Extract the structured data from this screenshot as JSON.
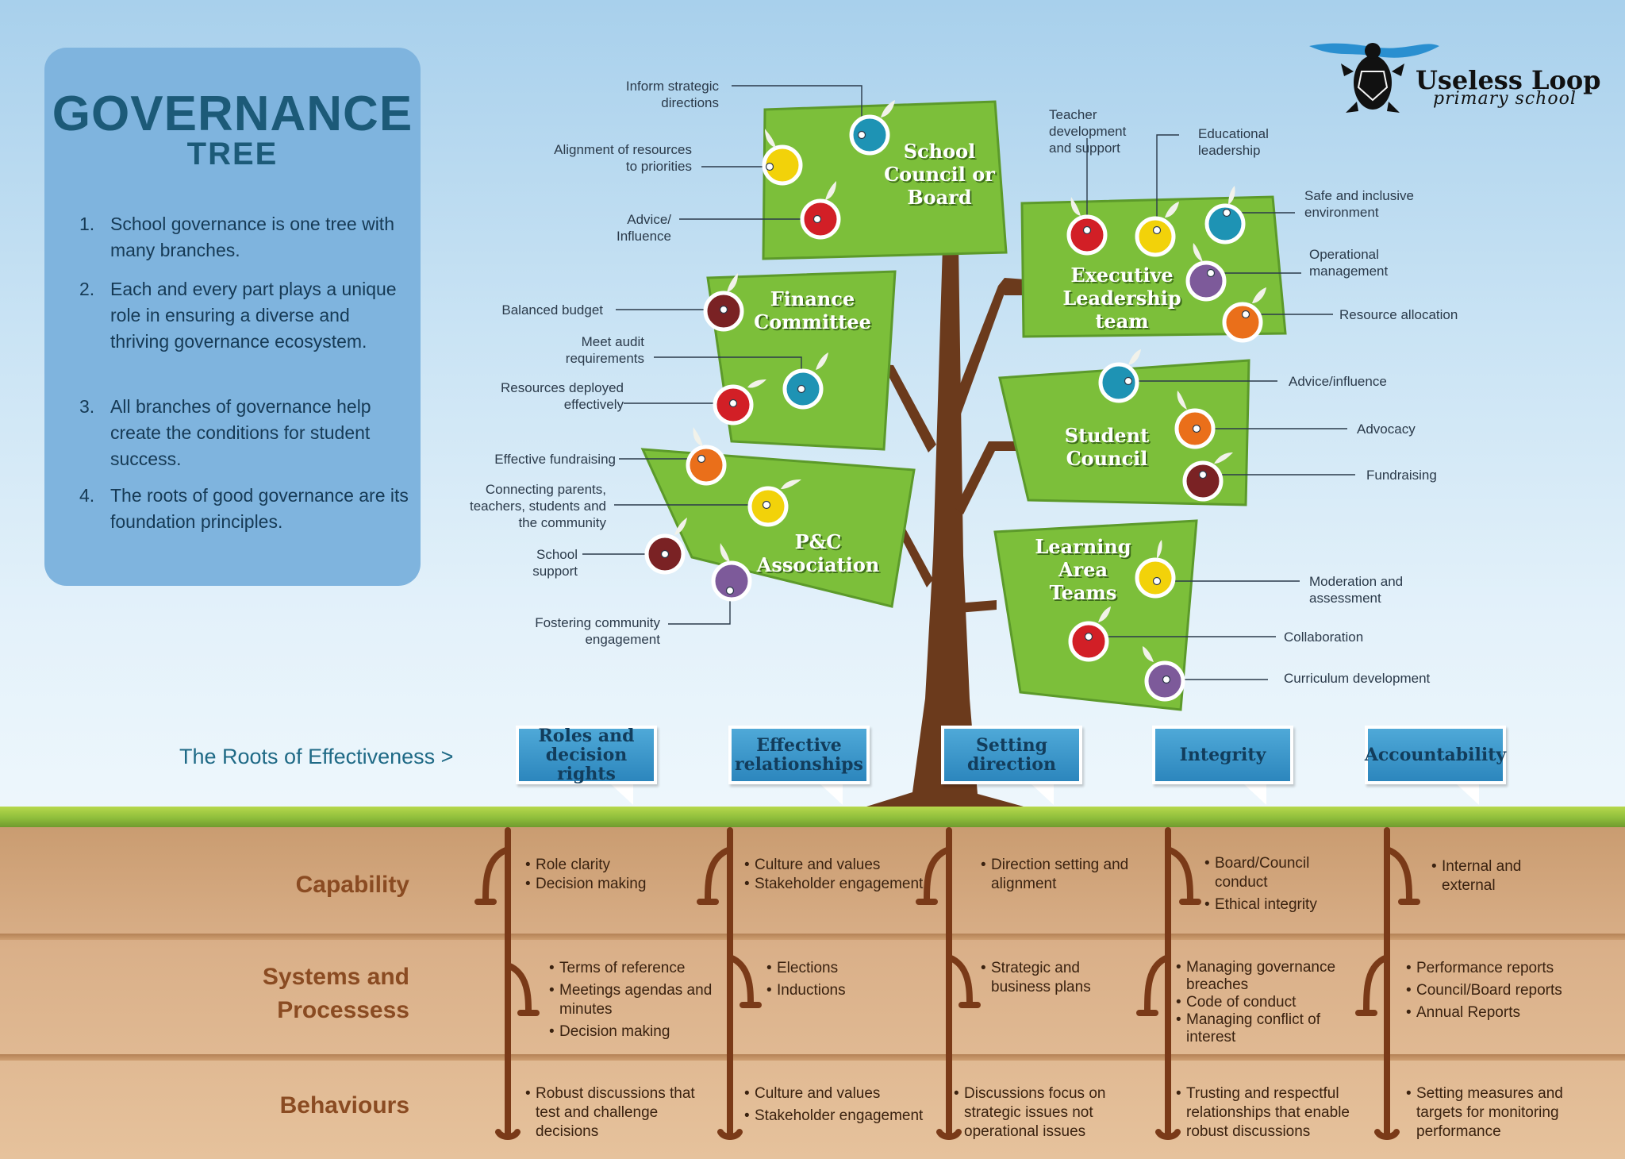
{
  "panel": {
    "title": "GOVERNANCE",
    "subtitle": "TREE",
    "points": [
      {
        "num": "1.",
        "text": "School governance is one tree with many branches."
      },
      {
        "num": "2.",
        "text": "Each and every part plays a unique role in ensuring a diverse and thriving governance ecosystem."
      },
      {
        "num": "3.",
        "text": "All branches of governance help create the conditions for student success."
      },
      {
        "num": "4.",
        "text": "The roots of good governance are its foundation principles."
      }
    ]
  },
  "brand": {
    "name": "Useless Loop",
    "tagline": "primary school"
  },
  "tree": {
    "school_council": {
      "title": "School Council or Board",
      "labels": [
        "Inform strategic directions",
        "Alignment of resources to priorities",
        "Advice/ Influence"
      ]
    },
    "finance": {
      "title": "Finance Committee",
      "labels": [
        "Balanced budget",
        "Meet audit requirements",
        "Resources deployed effectively"
      ]
    },
    "pc": {
      "title": "P&C Association",
      "labels": [
        "Effective fundraising",
        "Connecting parents, teachers, students and the community",
        "School support",
        "Fostering community engagement"
      ]
    },
    "exec": {
      "title": "Executive Leadership team",
      "labels": [
        "Teacher development and support",
        "Educational leadership",
        "Safe and inclusive environment",
        "Operational management",
        "Resource allocation"
      ]
    },
    "student": {
      "title": "Student Council",
      "labels": [
        "Advice/influence",
        "Advocacy",
        "Fundraising"
      ]
    },
    "lat": {
      "title": "Learning Area Teams",
      "labels": [
        "Moderation and assessment",
        "Collaboration",
        "Curriculum development"
      ]
    }
  },
  "roots": {
    "heading": "The Roots of Effectiveness >",
    "columns": [
      "Roles and decision rights",
      "Effective relationships",
      "Setting direction",
      "Integrity",
      "Accountability"
    ],
    "rows": [
      {
        "label": "Capability",
        "cells": [
          [
            "Role clarity",
            "Decision making"
          ],
          [
            "Culture and values",
            "Stakeholder engagement"
          ],
          [
            "Direction setting and alignment"
          ],
          [
            "Board/Council conduct",
            "Ethical integrity"
          ],
          [
            "Internal and external"
          ]
        ]
      },
      {
        "label": "Systems and Processess",
        "cells": [
          [
            "Terms of reference",
            "Meetings agendas and minutes",
            "Decision making"
          ],
          [
            "Elections",
            "Inductions"
          ],
          [
            "Strategic and business plans"
          ],
          [
            "Managing governance breaches",
            "Code of conduct",
            "Managing conflict of interest"
          ],
          [
            "Performance reports",
            "Council/Board reports",
            "Annual Reports"
          ]
        ]
      },
      {
        "label": "Behaviours",
        "cells": [
          [
            "Robust discussions that test and challenge decisions"
          ],
          [
            "Culture and values",
            "Stakeholder engagement"
          ],
          [
            "Discussions focus on strategic issues not operational issues"
          ],
          [
            "Trusting and respectful relationships that enable robust discussions"
          ],
          [
            "Setting measures and targets for monitoring performance"
          ]
        ]
      }
    ]
  },
  "colors": {
    "branch_green": "#7cbf3a",
    "trunk_brown": "#6b3a1c",
    "root_box_blue": "#3a98cc",
    "panel_blue": "#7fb4de",
    "fruit": {
      "red": "#d21f26",
      "yellow": "#f2d20a",
      "teal": "#1e93b4",
      "orange": "#ea6f1a",
      "purple": "#7d5a9a",
      "maroon": "#7a2224"
    }
  }
}
